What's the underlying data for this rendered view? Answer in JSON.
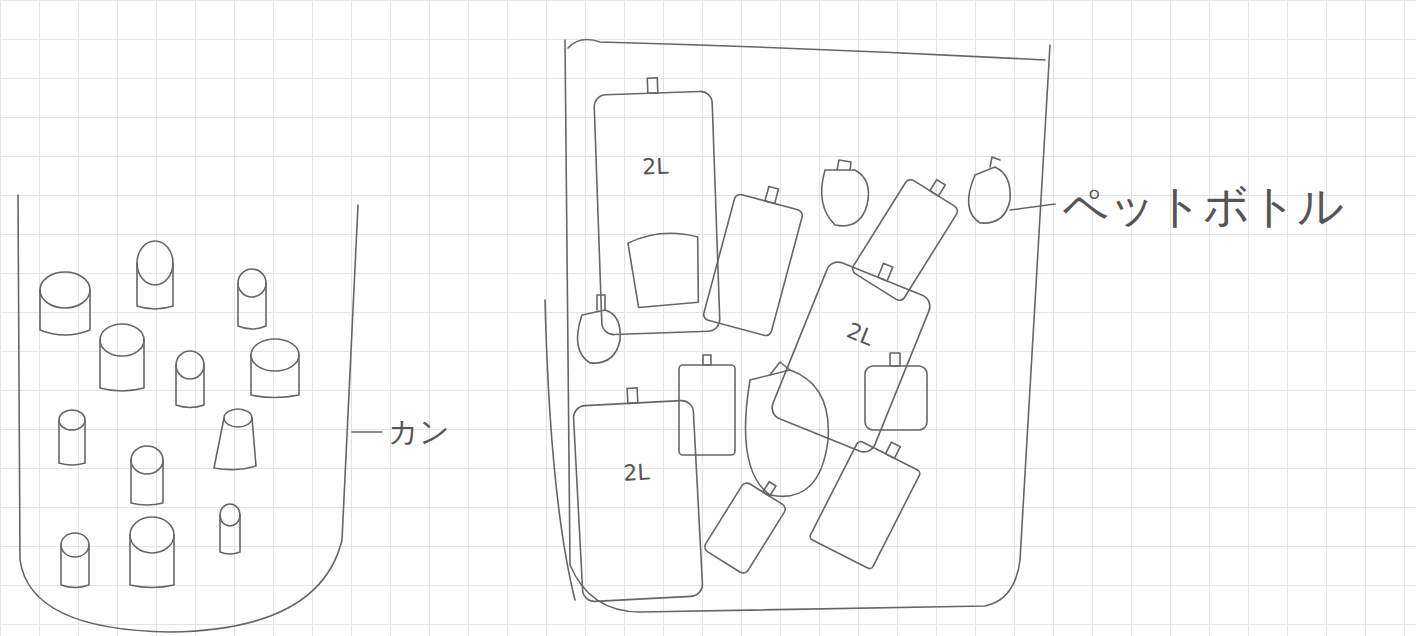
{
  "diagram": {
    "nodes": [
      {
        "text": [
          "2L"
        ]
      },
      {
        "text": [
          "2L"
        ]
      },
      {
        "text": [
          "2L"
        ]
      }
    ],
    "labels": [
      "カン",
      "ペットボトル"
    ]
  }
}
